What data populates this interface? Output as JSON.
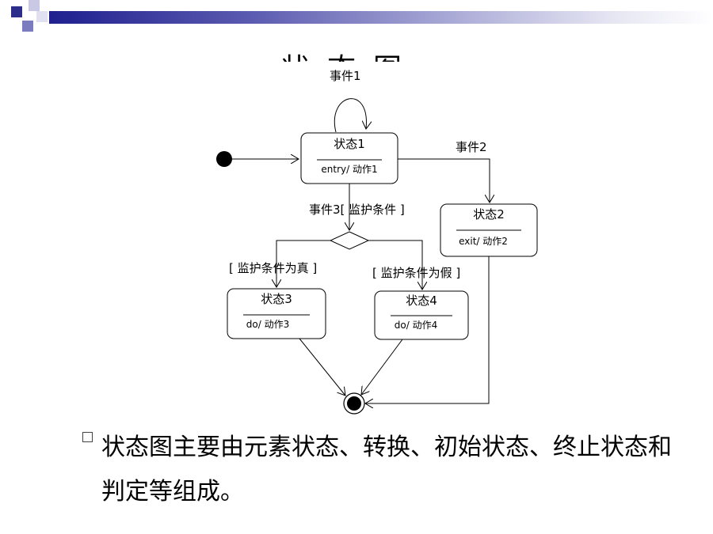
{
  "title_fragment": "状态图",
  "diagram": {
    "states": [
      {
        "name": "状态1",
        "action": "entry/ 动作1"
      },
      {
        "name": "状态2",
        "action": "exit/ 动作2"
      },
      {
        "name": "状态3",
        "action": "do/ 动作3"
      },
      {
        "name": "状态4",
        "action": "do/ 动作4"
      }
    ],
    "transitions": {
      "self_loop": "事件1",
      "to_state2": "事件2",
      "to_decision": "事件3[ 监护条件 ]",
      "guard_true": "[ 监护条件为真 ]",
      "guard_false": "[ 监护条件为假 ]"
    }
  },
  "bullet": {
    "text": "状态图主要由元素状态、转换、初始状态、终止状态和判定等组成。"
  },
  "colors": {
    "header_dark": "#1f1f8f",
    "header_light": "#ffffff",
    "corner_square": "#3b3b9a"
  }
}
